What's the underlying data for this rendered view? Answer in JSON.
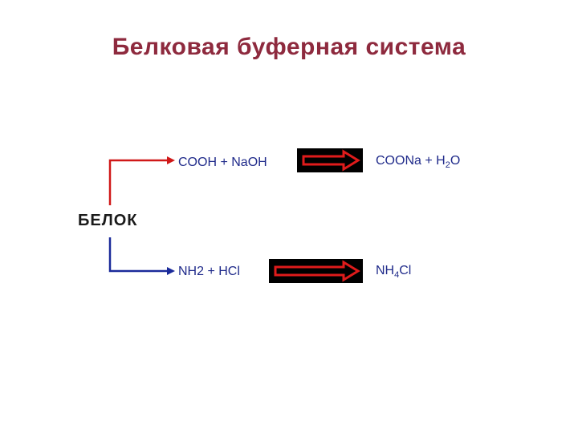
{
  "title": "Белковая буферная система",
  "root": {
    "label": "БЕЛОК"
  },
  "reactions": [
    {
      "reactant": "COOH + NaOH",
      "product": {
        "main": "COONa + H",
        "sub": "2",
        "tail": "O"
      },
      "branch_color": "#d01818"
    },
    {
      "reactant": "NH2 + HCl",
      "product": {
        "main": "NH",
        "sub": "4",
        "tail": "Cl"
      },
      "branch_color": "#1a2a9a"
    }
  ],
  "arrow_colors": {
    "fill": "#000000",
    "stroke": "#e01b1b"
  }
}
